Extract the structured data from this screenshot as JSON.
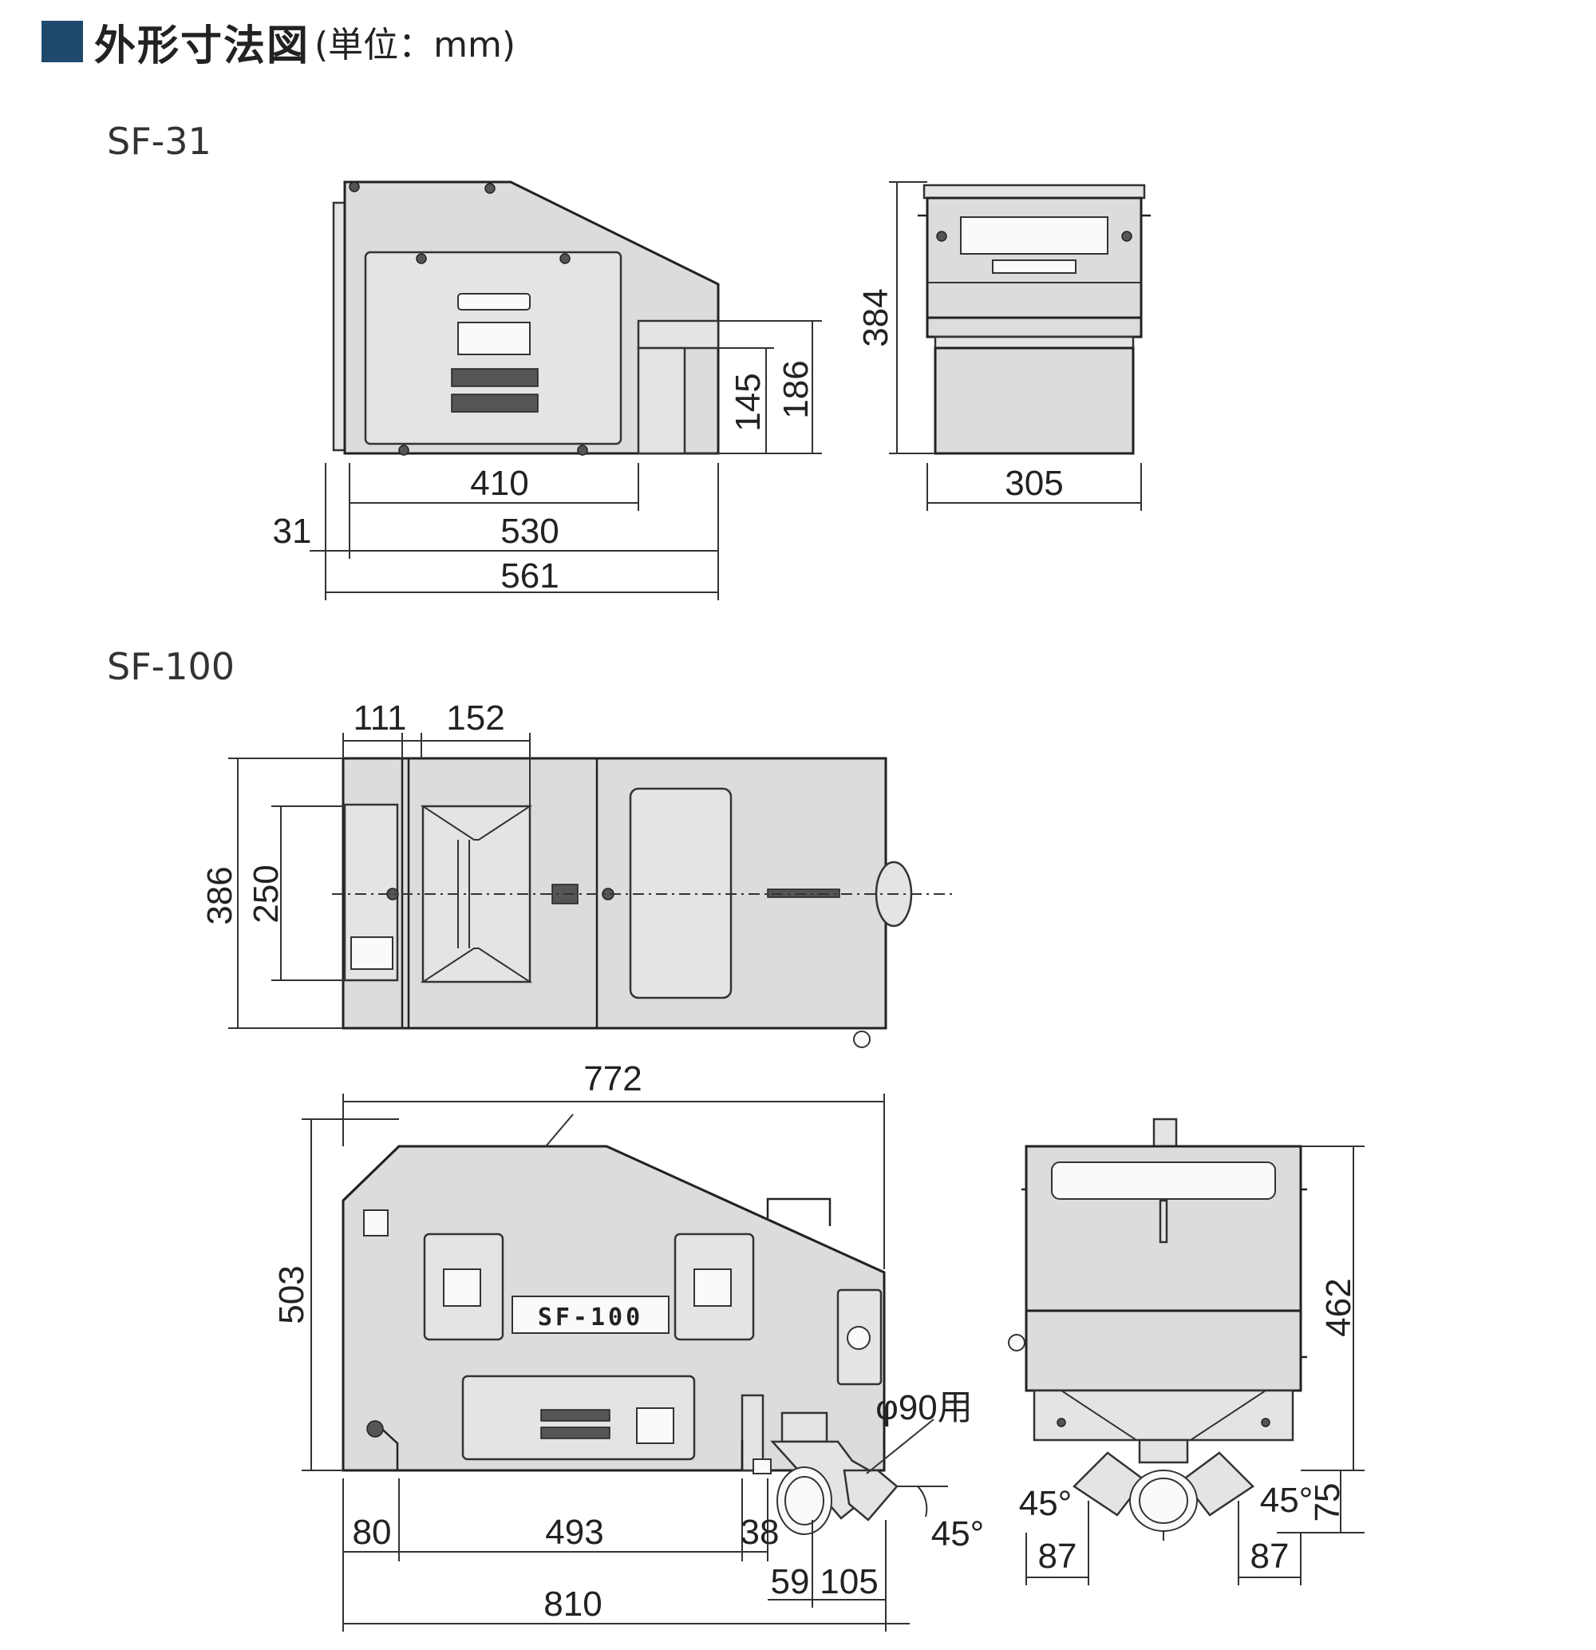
{
  "header": {
    "title": "外形寸法図",
    "unit": "(単位：mm)",
    "accent_color": "#1f4a6e"
  },
  "models": {
    "sf31": {
      "label": "SF-31",
      "dims": {
        "d410": "410",
        "d530": "530",
        "d561": "561",
        "d31": "31",
        "d145": "145",
        "d186": "186",
        "d384": "384",
        "d305": "305"
      }
    },
    "sf100": {
      "label": "SF-100",
      "nameplate": "SF-100",
      "dims": {
        "d111": "111",
        "d152": "152",
        "d386": "386",
        "d250": "250",
        "d772": "772",
        "d503": "503",
        "d80": "80",
        "d493": "493",
        "d38": "38",
        "d810": "810",
        "d59": "59",
        "d105": "105",
        "phi90": "φ90用",
        "a45_side": "45°",
        "d462": "462",
        "d75": "75",
        "a45_left": "45°",
        "a45_right": "45°",
        "d87_left": "87",
        "d87_right": "87"
      }
    }
  }
}
